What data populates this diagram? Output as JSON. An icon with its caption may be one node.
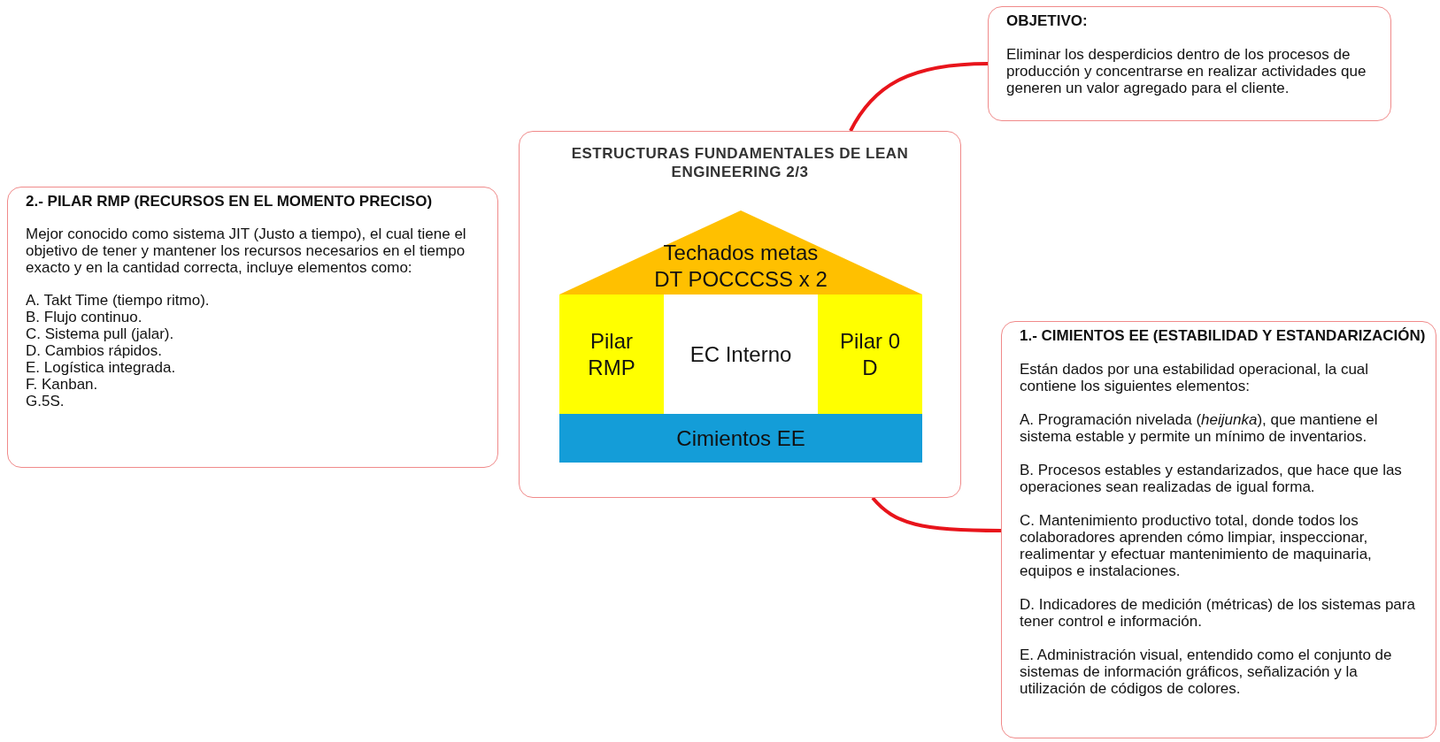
{
  "diagram": {
    "nodes": [
      {
        "text": [
          "ESTRUCTURAS FUNDAMENTALES DE LEAN ENGINEERING 2/3"
        ]
      },
      {
        "text": [
          "Techados metas DT POCCCSS x 2"
        ],
        "in": 0
      },
      {
        "text": [
          "Pilar RMP"
        ],
        "in": 0
      },
      {
        "text": [
          "EC Interno"
        ],
        "in": 0
      },
      {
        "text": [
          "Pilar 0 D"
        ],
        "in": 0
      },
      {
        "text": [
          "Cimientos EE"
        ],
        "in": 0
      },
      {
        "text": [
          "OBJETIVO:",
          "Eliminar los desperdicios dentro de los procesos de producción y concentrarse en realizar actividades que generen un valor agregado para el cliente."
        ]
      },
      {
        "text": [
          "2.- PILAR RMP (RECURSOS EN EL MOMENTO PRECISO)",
          "Mejor conocido como sistema JIT (Justo a tiempo), el cual tiene el objetivo de tener y mantener los recursos necesarios en el tiempo exacto y en la cantidad correcta, incluye elementos como:",
          "A. Takt Time (tiempo ritmo).",
          "B. Flujo continuo.",
          "C. Sistema pull (jalar).",
          "D. Cambios rápidos.",
          "E. Logística integrada.",
          "F. Kanban.",
          "G.5S."
        ]
      },
      {
        "text": [
          "1.- CIMIENTOS EE (ESTABILIDAD Y ESTANDARIZACIÓN)",
          "Están dados por una estabilidad operacional, la cual contiene los siguientes elementos:",
          "A. Programación nivelada (*heijunka*), que mantiene el sistema estable y permite un mínimo de inventarios.",
          "B. Procesos estables y estandarizados, que hace que las operaciones sean realizadas de igual forma.",
          "C. Mantenimiento productivo total, donde todos los colaboradores aprenden cómo limpiar, inspeccionar, realimentar y efectuar mantenimiento de maquinaria, equipos e instalaciones.",
          "D. Indicadores de medición (métricas) de los sistemas para tener control e información.",
          "E. Administración visual, entendido como el conjunto de sistemas de información gráficos, señalización y la utilización de códigos de colores."
        ]
      }
    ],
    "edges": [
      {
        "from": 0,
        "to": 6,
        "arrow": "none"
      },
      {
        "from": 0,
        "to": 8,
        "arrow": "none"
      }
    ]
  }
}
